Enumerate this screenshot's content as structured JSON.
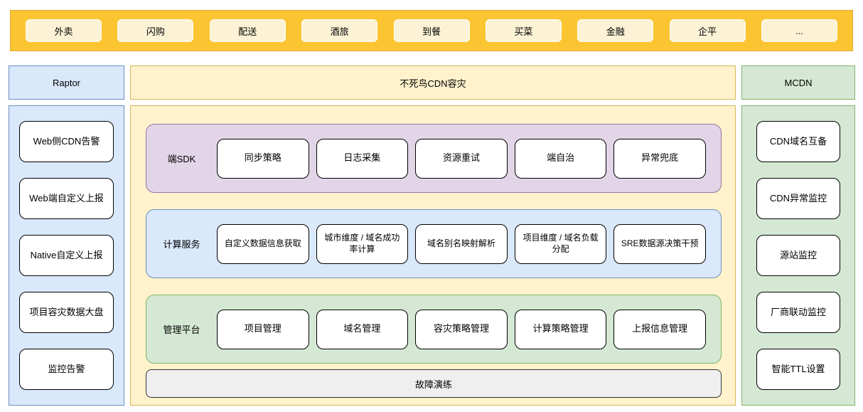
{
  "colors": {
    "topbar-bg": "#fbc532",
    "topbar-border": "#e2a33d",
    "topbar-item-bg": "#fcf3d6",
    "blue-bg": "#dae8fc",
    "blue-border": "#6c8ebf",
    "yellow-bg": "#fff2cc",
    "yellow-border": "#d6b656",
    "green-bg": "#d5e8d4",
    "green-border": "#82b366",
    "purple-bg": "#e1d5e7",
    "purple-border": "#9673a6",
    "gray-bg": "#efefef",
    "gray-border": "#333333"
  },
  "top_bar": {
    "items": [
      "外卖",
      "闪购",
      "配送",
      "酒旅",
      "到餐",
      "买菜",
      "金融",
      "企平",
      "..."
    ]
  },
  "raptor": {
    "title": "Raptor",
    "items": [
      "Web侧CDN告警",
      "Web端自定义上报",
      "Native自定义上报",
      "项目容灾数据大盘",
      "监控告警"
    ]
  },
  "firebird": {
    "title": "不死鸟CDN容灾",
    "rows": [
      {
        "label": "端SDK",
        "items": [
          "同步策略",
          "日志采集",
          "资源重试",
          "端自治",
          "异常兜底"
        ]
      },
      {
        "label": "计算服务",
        "items": [
          "自定义数据信息获取",
          "城市维度 / 域名成功率计算",
          "域名别名映射解析",
          "项目维度 / 域名负载分配",
          "SRE数据源决策干预"
        ]
      },
      {
        "label": "管理平台",
        "items": [
          "项目管理",
          "域名管理",
          "容灾策略管理",
          "计算策略管理",
          "上报信息管理"
        ]
      }
    ],
    "footer": "故障演练"
  },
  "mcdn": {
    "title": "MCDN",
    "items": [
      "CDN域名互备",
      "CDN异常监控",
      "源站监控",
      "厂商联动监控",
      "智能TTL设置"
    ]
  }
}
